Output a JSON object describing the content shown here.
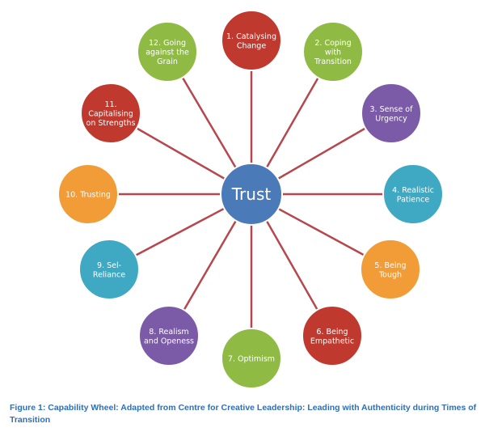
{
  "center": {
    "label": "Trust",
    "color": "#4a7ab8"
  },
  "spoke_color": "#b5474d",
  "nodes": [
    {
      "label": "1. Catalysing Change",
      "lines": [
        "1. Catalysing",
        "Change"
      ],
      "color": "#c0392f"
    },
    {
      "label": "2. Coping with Transition",
      "lines": [
        "2. Coping",
        "with",
        "Transition"
      ],
      "color": "#8fbb45"
    },
    {
      "label": "3. Sense of Urgency",
      "lines": [
        "3. Sense of",
        "Urgency"
      ],
      "color": "#7b5aa8"
    },
    {
      "label": "4. Realistic Patience",
      "lines": [
        "4. Realistic",
        "Patience"
      ],
      "color": "#3fa9c4"
    },
    {
      "label": "5. Being Tough",
      "lines": [
        "5. Being",
        "Tough"
      ],
      "color": "#f29c38"
    },
    {
      "label": "6. Being Empathetic",
      "lines": [
        "6. Being",
        "Empathetic"
      ],
      "color": "#c0392f"
    },
    {
      "label": "7. Optimism",
      "lines": [
        "7. Optimism"
      ],
      "color": "#8fbb45"
    },
    {
      "label": "8. Realism and Openess",
      "lines": [
        "8. Realism",
        "and Openess"
      ],
      "color": "#7b5aa8"
    },
    {
      "label": "9. Sel-Reliance",
      "lines": [
        "9. Sel-",
        "Reliance"
      ],
      "color": "#3fa9c4"
    },
    {
      "label": "10. Trusting",
      "lines": [
        "10. Trusting"
      ],
      "color": "#f29c38"
    },
    {
      "label": "11. Capitalising on Strengths",
      "lines": [
        "11.",
        "Capitalising",
        "on Strengths"
      ],
      "color": "#c0392f"
    },
    {
      "label": "12. Going against the Grain",
      "lines": [
        "12. Going",
        "against the",
        "Grain"
      ],
      "color": "#8fbb45"
    }
  ],
  "caption": "Figure 1: Capability Wheel: Adapted from Centre for Creative Leadership: Leading with Authenticity during Times of Transition"
}
